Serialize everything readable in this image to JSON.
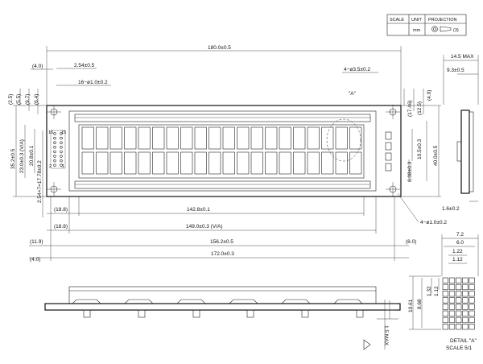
{
  "title_block": {
    "scale_label": "SCALE",
    "unit_label": "UNIT",
    "projection_label": "PROJECTION",
    "unit_value": "mm",
    "projection_value": "(3)"
  },
  "top_dims": {
    "overall_width": "180.0±0.5",
    "left_offset": "(4.0)",
    "pin_pitch": "2.54±0.5",
    "pin_holes": "16−ø1.0±0.2",
    "mount_holes": "4−ø3.5±0.2",
    "detail_mark": "\"A\""
  },
  "left_dims": {
    "d1": "(2.5)",
    "d2": "(5.5)",
    "d3": "(9.7)",
    "d4": "(6.4)",
    "module_height": "35.2±0.5",
    "va_height": "23.0±0.3 (V/A)",
    "aa_height": "20.8±0.1",
    "hole_spacing": "2.54×7=17.78±0.2",
    "pin_labels": [
      "16",
      "15",
      "2",
      "1"
    ]
  },
  "right_dims": {
    "d1": "(17.46)",
    "d2": "(12.5)",
    "d3": "(4.0)",
    "inner_a": "10.5±0.3",
    "inner_b": "40.0±0.5",
    "inner_c": "6.08±0.3",
    "bottom_hole": "4−ø1.0±0.2"
  },
  "side_view": {
    "max_thickness": "14.5 MAX",
    "depth": "9.3±0.5",
    "pcb": "1.6±0.2"
  },
  "bottom_dims": {
    "d1_left": "(18.8)",
    "d1": "142.8±0.1",
    "d2_left": "(18.8)",
    "d2": "149.0±0.3 (V/A)",
    "d3_left": "(11.9)",
    "d3": "156.2±0.5",
    "d3_right": "(8.0)",
    "d4_left": "(4.0)",
    "d4": "172.0±0.3"
  },
  "front_view": {
    "height_max": "1.5 MAX"
  },
  "detail": {
    "w_char": "7.2",
    "w_a": "6.0",
    "w_pitch": "1.22",
    "w_dot": "1.12",
    "h_char": "10.61",
    "h_a": "8.68",
    "h_pitch": "1.32",
    "h_dot": "1.12",
    "caption": "DETAIL \"A\"",
    "scale": "SCALE 5/1"
  },
  "display": {
    "columns": 20,
    "rows": 2
  }
}
